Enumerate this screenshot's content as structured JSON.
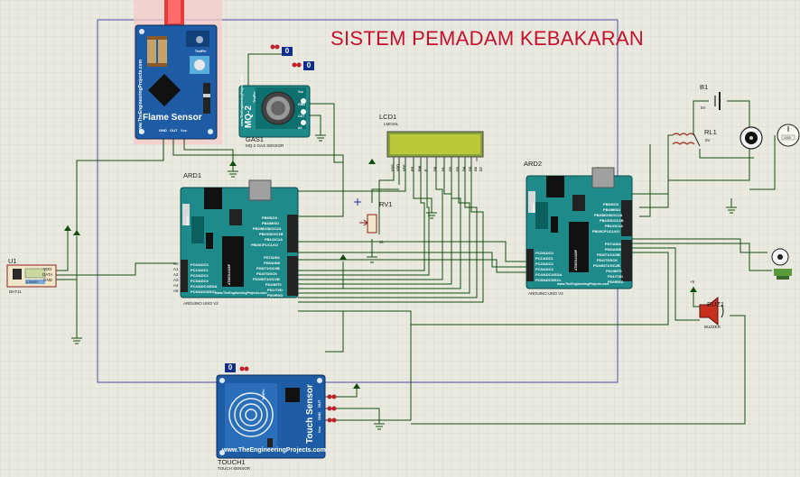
{
  "title": "SISTEM PEMADAM KEBAKARAN",
  "components": {
    "flame": {
      "heading": "Flame Sensor",
      "site": "www.TheEngineeringProjects.com",
      "testpin": "TestPin",
      "pins": [
        "GND",
        "OUT",
        "Vcc"
      ]
    },
    "gas": {
      "ref": "GAS1",
      "type": "MQ-2 GAS SENSOR",
      "name": "MQ-2",
      "site": "www.TheEngineeringProjects.com",
      "testpin": "TestPin",
      "pins": [
        "Vcc",
        "GND",
        "OUT",
        "A0"
      ]
    },
    "lcd": {
      "ref": "LCD1",
      "type": "LM016L",
      "pins": [
        "VSS",
        "VDD",
        "VEE",
        "RS",
        "RW",
        "E",
        "D0",
        "D1",
        "D2",
        "D3",
        "D4",
        "D5",
        "D6",
        "D7"
      ]
    },
    "ard1": {
      "ref": "ARD1",
      "type": "ARDUINO UNO V2",
      "site": "www.TheEngineeringProjects.com",
      "reset": "Reset",
      "pins_right_top": [
        "PB5/SCK",
        "PB4/MISO",
        "PB3/MOSI/OC2A",
        "PB2/SS/OC1B",
        "PB1/OC1A",
        "PB0/ICP1/CLKO"
      ],
      "pins_right_bottom": [
        "PD7/AIN1",
        "PD6/AIN0",
        "PD5/T1/OC0B",
        "PD4/T0/XCK",
        "PD3/INT1/OC2B",
        "PD2/INT0",
        "PD1/TXD",
        "PD0/RXD"
      ],
      "pins_left": [
        "PC0/ADC0",
        "PC1/ADC1",
        "PC2/ADC2",
        "PC3/ADC3",
        "PC4/ADC4/SDA",
        "PC5/ADC5/SCL"
      ],
      "pin_labels_left": [
        "A0",
        "A1",
        "A2",
        "A3",
        "A4",
        "A5"
      ],
      "chip": "ATMEGA328P"
    },
    "ard2": {
      "ref": "ARD2",
      "type": "ARDUINO UNO V2",
      "site": "www.TheEngineeringProjects.com",
      "reset": "Reset"
    },
    "rv1": {
      "ref": "RV1",
      "value": "1k"
    },
    "u1": {
      "ref": "U1",
      "type": "DHT11",
      "pins": [
        "VDD",
        "DATA",
        "GND"
      ],
      "display": "0.0%RH"
    },
    "b1": {
      "ref": "B1",
      "value": "5V"
    },
    "rl1": {
      "ref": "RL1",
      "value": "5V"
    },
    "buz": {
      "ref": "BUZ1",
      "type": "BUZZER",
      "supply": "+5"
    },
    "touch": {
      "ref": "TOUCH1",
      "type": "TOUCH SENSOR",
      "heading": "Touch Sensor",
      "site": "www.TheEngineeringProjects.com",
      "testpin": "TestPin",
      "pins": [
        "OUT",
        "GND",
        "Vcc"
      ]
    },
    "pump": {
      "label": "1000"
    }
  },
  "probes": {
    "gas_a": "0",
    "gas_b": "0",
    "touch": "0"
  },
  "colors": {
    "board_blue": "#1e5da5",
    "arduino_teal": "#1f8a8a",
    "lcd_green": "#b9c93a",
    "wire": "#0e4d0e",
    "title_red": "#c8102e",
    "sheet_border": "#4a4aa6",
    "probe_blue": "#0f2d8a"
  }
}
